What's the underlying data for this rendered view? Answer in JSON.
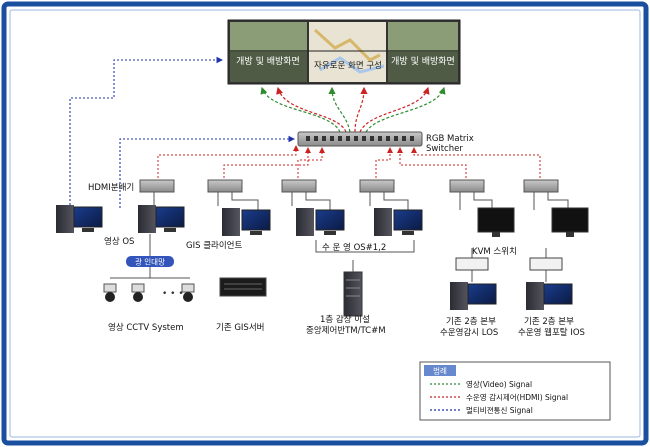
{
  "video_wall": {
    "left_label": "개방 및 배방화면",
    "center_label": "자유로운 화면 구성",
    "right_label": "개방 및 배방화면"
  },
  "switcher_label": "RGB Matrix\nSwitcher",
  "hdmi_label": "HDMI분배기",
  "video_os_label": "영상 OS",
  "gis_client_label": "GIS 클라이언트",
  "network_badge": "광 인대망",
  "cctv_label": "영상 CCTV System",
  "gis_server_label": "기존 GIS서버",
  "os_group_label": "수 운 영  OS#1,2",
  "central_label_1": "1층 감상 이설",
  "central_label_2": "중앙제어반TM/TC#M",
  "kvm_label": "KVM 스위치",
  "existing_left_1": "기존 2층 본부",
  "existing_left_2": "수운영감시 LOS",
  "existing_right_1": "기존 2층 본부",
  "existing_right_2": "수운영 웹포탈 IOS",
  "legend": {
    "title": "범례",
    "items": [
      {
        "label": "영상(Video) Signal",
        "color": "#2e8b2e"
      },
      {
        "label": "수운영 감시제어(HDMI) Signal",
        "color": "#cc2222"
      },
      {
        "label": "멀티비젼통신 Signal",
        "color": "#2233aa"
      }
    ]
  }
}
